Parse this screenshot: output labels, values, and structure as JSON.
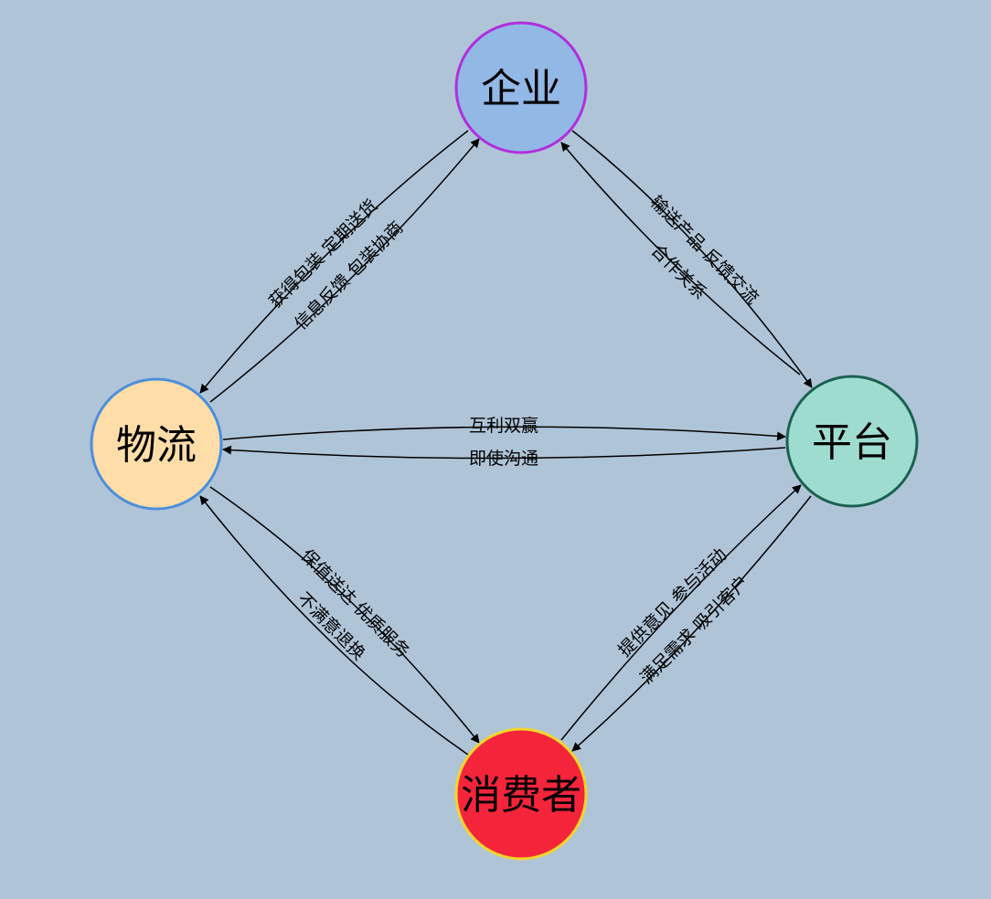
{
  "nodes": {
    "enterprise": {
      "label": "企业",
      "fill": "#92b8e6",
      "stroke": "#b02fdd"
    },
    "logistics": {
      "label": "物流",
      "fill": "#fedda8",
      "stroke": "#4c8fdb"
    },
    "platform": {
      "label": "平台",
      "fill": "#9fdcd0",
      "stroke": "#1a6150"
    },
    "consumer": {
      "label": "消费者",
      "fill": "#f4253b",
      "stroke": "#f2d62c"
    }
  },
  "edges": {
    "enterprise_to_logistics": "获得包装 定期送货",
    "logistics_to_enterprise": "信息反馈 包装协商",
    "enterprise_to_platform": "输送产品 反馈交流",
    "platform_to_enterprise": "合作关系",
    "logistics_to_platform": "互利双赢",
    "platform_to_logistics": "即使沟通",
    "logistics_to_consumer": "保值送达 优质服务",
    "consumer_to_logistics": "不满意退换",
    "consumer_to_platform": "提供意见 参与活动",
    "platform_to_consumer": "满足需求 吸引客户"
  }
}
